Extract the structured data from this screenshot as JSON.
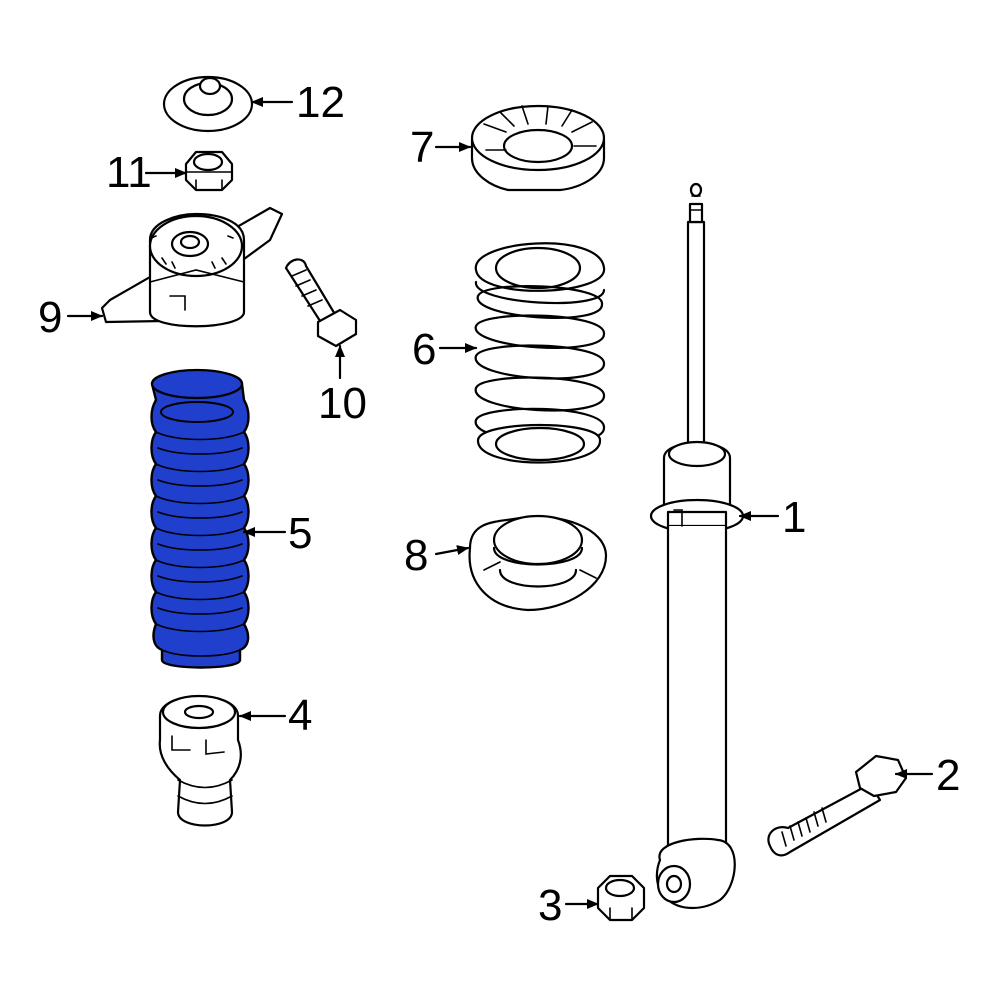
{
  "highlight_color": "#1f3fcc",
  "callouts": {
    "c1": "1",
    "c2": "2",
    "c3": "3",
    "c4": "4",
    "c5": "5",
    "c6": "6",
    "c7": "7",
    "c8": "8",
    "c9": "9",
    "c10": "10",
    "c11": "11",
    "c12": "12"
  }
}
